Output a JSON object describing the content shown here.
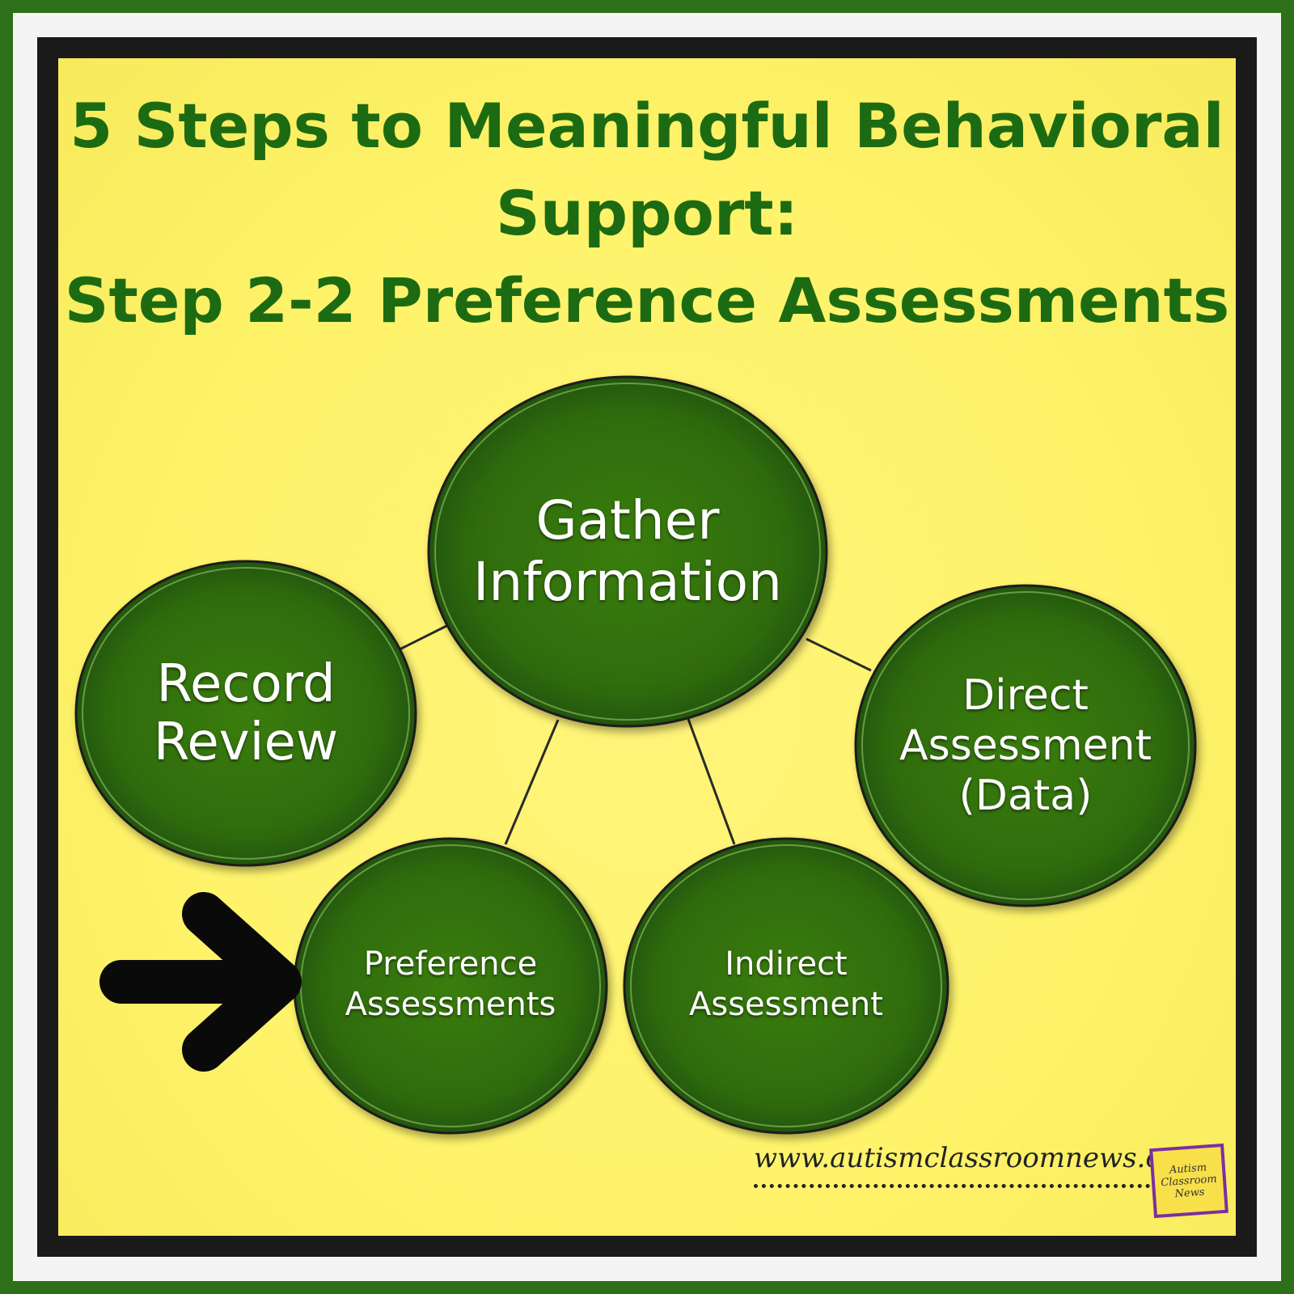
{
  "title": {
    "line1": "5 Steps to Meaningful Behavioral",
    "line2": "Support:",
    "line3": "Step 2-2 Preference Assessments"
  },
  "colors": {
    "outer_border": "#2e6f1a",
    "background": "#fef36a",
    "title_text": "#1c6b12",
    "node_fill": "#2f6b0c",
    "node_text": "#ffffff",
    "arrow": "#0a0a0a"
  },
  "nodes": {
    "gather": {
      "line1": "Gather",
      "line2": "Information"
    },
    "record": {
      "line1": "Record",
      "line2": "Review"
    },
    "direct": {
      "line1": "Direct",
      "line2": "Assessment",
      "line3": "(Data)"
    },
    "preference": {
      "line1": "Preference",
      "line2": "Assessments"
    },
    "indirect": {
      "line1": "Indirect",
      "line2": "Assessment"
    }
  },
  "highlighted_node": "preference",
  "arrow_icon": "right-arrow-icon",
  "watermark": {
    "url": "www.autismclassroomnews.com",
    "logo_line1": "Autism",
    "logo_line2": "Classroom",
    "logo_line3": "News"
  }
}
